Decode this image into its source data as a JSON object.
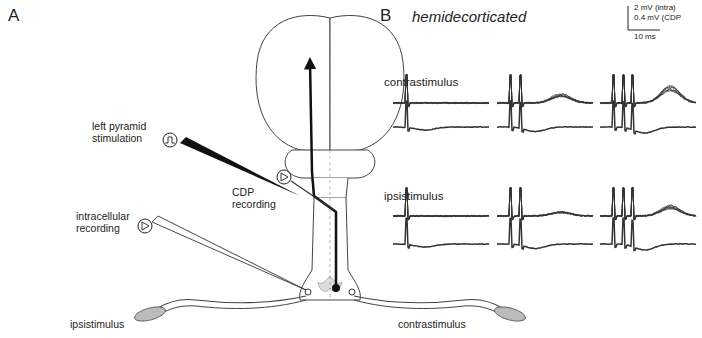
{
  "diagram": {
    "labels": [
      "A",
      "left pyramid stimulation",
      "CDP recording",
      "intracellular recording",
      "ipsistimulus",
      "contrastimulus",
      "B",
      "hemidecorticated",
      "2 mV (intra)",
      "0.4 mV (CDP",
      "10 ms",
      "contrastimulus",
      "ipsistimulus"
    ]
  }
}
